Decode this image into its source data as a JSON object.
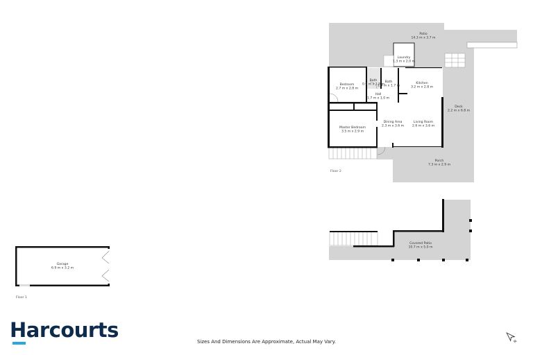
{
  "floor2": {
    "label": "Floor 2",
    "rooms": {
      "patio": {
        "name": "Patio",
        "size": "14.3 m x 3.7 m"
      },
      "laundry": {
        "name": "Laundry",
        "size": "1.3 m x 2.0 m"
      },
      "bedroom": {
        "name": "Bedroom",
        "size": "2.7 m x 2.8 m"
      },
      "bath1": {
        "name": "Bath",
        "size": "0.9 m x 1.5 m"
      },
      "bath2": {
        "name": "Bath",
        "size": "1.9 m x 1.7 m"
      },
      "hall": {
        "name": "Hall",
        "size": "1.7 m x 1.0 m"
      },
      "kitchen": {
        "name": "Kitchen",
        "size": "3.2 m x 2.8 m"
      },
      "deck": {
        "name": "Deck",
        "size": "2.2 m x 6.8 m"
      },
      "master": {
        "name": "Master Bedroom",
        "size": "3.5 m x 2.9 m"
      },
      "dining": {
        "name": "Dining Area",
        "size": "2.3 m x 3.6 m"
      },
      "living": {
        "name": "Living Room",
        "size": "2.6 m x 3.6 m"
      },
      "porch": {
        "name": "Porch",
        "size": "7.3 m x 2.9 m"
      }
    }
  },
  "lower": {
    "covered_patio": {
      "name": "Covered Patio",
      "size": "10.7 m x 5.0 m"
    }
  },
  "floor1": {
    "label": "Floor 1",
    "garage": {
      "name": "Garage",
      "size": "6.9 m x 3.2 m"
    }
  },
  "footer": {
    "brand": "Harcourts",
    "disclaimer": "Sizes And Dimensions Are Approximate, Actual May Vary.",
    "north_arrow_label": "N"
  },
  "colors": {
    "wall": "#000000",
    "outdoor": "#d4d4d4",
    "brand_navy": "#0e2b4c",
    "brand_blue": "#2aa6e0"
  }
}
